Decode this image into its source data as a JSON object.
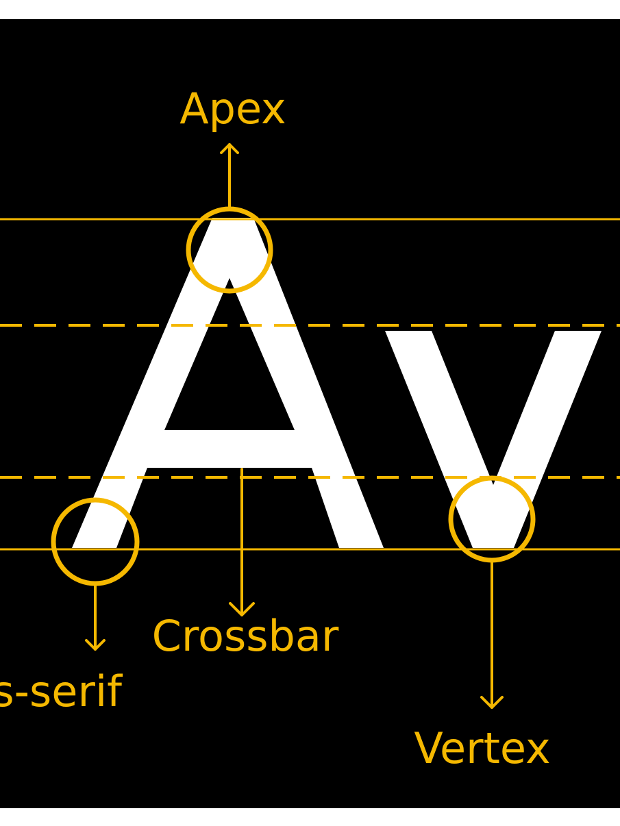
{
  "colors": {
    "background": "#000000",
    "frame": "#ffffff",
    "glyph": "#ffffff",
    "accent": "#f5b800"
  },
  "labels": {
    "apex": "Apex",
    "crossbar": "Crossbar",
    "sans_serif": "Sans-serif",
    "vertex": "Vertex"
  },
  "specimen_glyphs": "Av"
}
